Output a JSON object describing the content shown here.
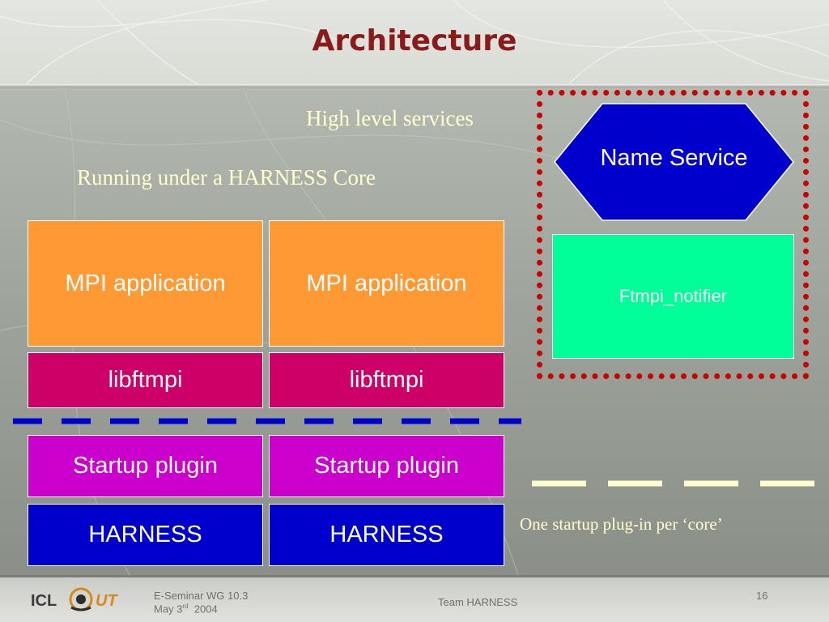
{
  "slide": {
    "title": "Architecture",
    "high_level_label": "High level services",
    "harness_core_label": "Running under a HARNESS Core",
    "startup_note": "One startup plug-in per ‘core’"
  },
  "stacks": [
    {
      "app": "MPI application",
      "lib": "libftmpi",
      "plugin": "Startup plugin",
      "harness": "HARNESS"
    },
    {
      "app": "MPI application",
      "lib": "libftmpi",
      "plugin": "Startup plugin",
      "harness": "HARNESS"
    }
  ],
  "services": {
    "name_service": "Name Service",
    "notifier": "Ftmpi_notifier"
  },
  "footer": {
    "logo_icl": "ICL",
    "logo_ut": "UT",
    "event": "E-Seminar WG 10.3",
    "date_month": "May 3",
    "date_suffix": "rd",
    "date_year": "2004",
    "team": "Team HARNESS",
    "page": "16"
  },
  "colors": {
    "title": "#8b1a1a",
    "serif_text": "#ffffcc",
    "mpi_application": "#ff9933",
    "libftmpi": "#cc0066",
    "startup_plugin": "#cc00cc",
    "harness": "#0000cc",
    "name_service": "#0000cc",
    "notifier": "#00ff99",
    "red_dotted_border": "#cc0000",
    "blue_dashes": "#0000cc",
    "cream_dashes": "#ffffcc"
  }
}
